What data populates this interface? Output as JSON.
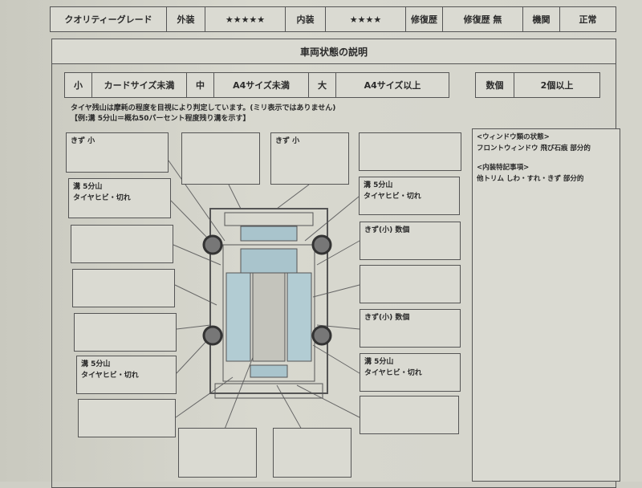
{
  "grade_row": {
    "quality_label": "クオリティーグレード",
    "exterior_label": "外装",
    "exterior_value": "★★★★★",
    "interior_label": "内装",
    "interior_value": "★★★★",
    "repair_label": "修復歴",
    "repair_value": "修復歴 無",
    "engine_label": "機関",
    "engine_value": "正常"
  },
  "section_title": "車両状態の説明",
  "size_legend": {
    "small": "小",
    "small_desc": "カードサイズ未満",
    "medium": "中",
    "medium_desc": "A4サイズ未満",
    "large": "大",
    "large_desc": "A4サイズ以上",
    "count_label": "数個",
    "count_desc": "2個以上"
  },
  "notes": [
    "タイヤ残山は摩耗の程度を目視により判定しています。(ミリ表示ではありません)",
    "【例:溝 5分山＝概ね50パーセント程度残り溝を示す】"
  ],
  "boxes": {
    "scratch_small": "きず 小",
    "tire_line1": "溝 5分山",
    "tire_line2": "タイヤヒビ・切れ",
    "scratch_several": "きず(小) 数個"
  },
  "remarks": {
    "window_header": "<ウィンドウ類の状態>",
    "window_text": "フロントウィンドウ 飛び石痕 部分的",
    "interior_header": "<内装特記事項>",
    "interior_text": "他トリム しわ・すれ・きず 部分的"
  }
}
